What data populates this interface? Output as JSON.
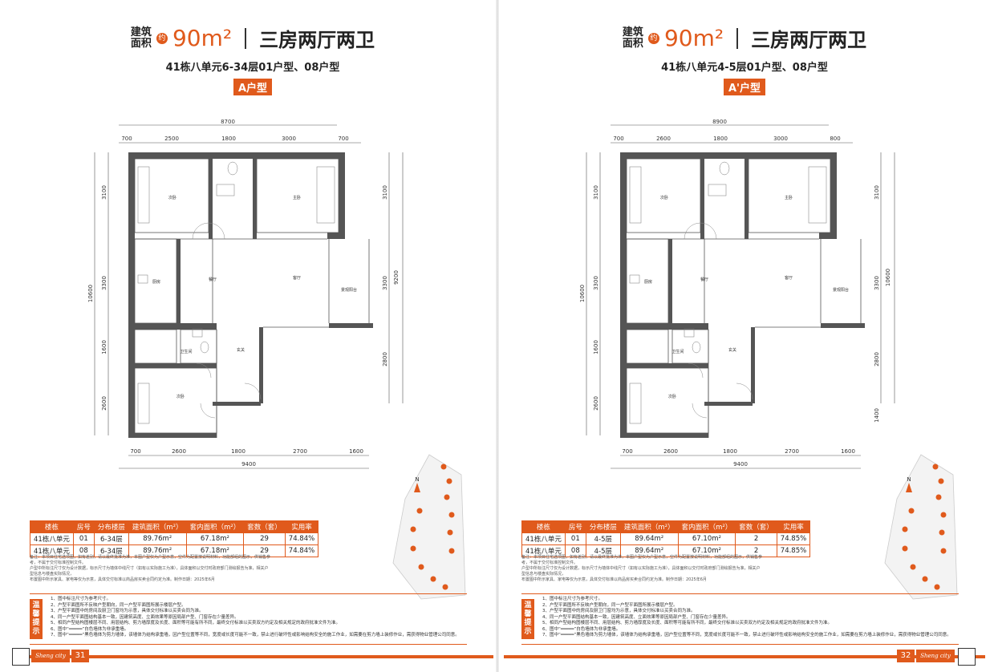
{
  "pages": [
    {
      "area_label_1": "建筑",
      "area_label_2": "面积",
      "approx": "约",
      "area": "90m²",
      "layout": "三房两厅两卫",
      "subtitle": "41栋八单元6-34层01户型、08户型",
      "type_badge": "A户型",
      "dims_top_total": "8700",
      "dims_top": [
        "700",
        "2500",
        "1800",
        "3000",
        "700"
      ],
      "dims_bottom": [
        "700",
        "2600",
        "1800",
        "2700",
        "1600"
      ],
      "dims_bottom_total": "9400",
      "dims_left": [
        "3100",
        "3300",
        "1600",
        "2600"
      ],
      "dims_left_total": "10600",
      "dims_right": [
        "3100",
        "3300",
        "2800"
      ],
      "dims_right_total": "9200",
      "rooms": {
        "bed2": "次卧",
        "master": "主卧",
        "kitchen": "厨房",
        "dining": "餐厅",
        "living": "客厅",
        "balcony": "景观阳台",
        "bath": "卫生间",
        "entry": "玄关",
        "bed3": "次卧"
      },
      "table": {
        "headers": [
          "楼栋",
          "房号",
          "分布楼层",
          "建筑面积（m²）",
          "套内面积（m²）",
          "套数（套）",
          "实用率"
        ],
        "rows": [
          [
            "41栋八单元",
            "01",
            "6-34层",
            "89.76m²",
            "67.18m²",
            "29",
            "74.84%"
          ],
          [
            "41栋八单元",
            "08",
            "6-34层",
            "89.76m²",
            "67.18m²",
            "29",
            "74.84%"
          ]
        ]
      },
      "notes": [
        "备注：本项目住宅选项图，如有差别，请以最终批准为准，本图户型仅为户型示意，空件为配置按说明材料，功能部组的图示，供销售参考，不属于交付标准控制文件。",
        "户型中所标注尺寸仅为设计数据，标示尺寸为墙体中线尺寸（如有以实际施工为准），具体面积以交付时政府部门测绘报告为准，相关户型信息与楼盘实际情况，",
        "布置图中所示家具、家电等仅为示意，具体交付标准以商品房买卖合同约定为准。制作日期：2025年6月"
      ],
      "tips_label": "温馨提示",
      "tips": [
        "1、图中标注尺寸为参考尺寸。",
        "2、户型平面图所不反映户型朝向，同一户型平面图所展示楼层户型。",
        "3、户型平面图中的房间及厨卫门窗均为示意，具体交付标准以买卖合同为准。",
        "4、同一户型平面图结构基本一致，因建筑高度、立面效果等原因局部户型、门窗存在少量差异。",
        "5、相同户型结构图楼层不同、用层结构、剪力墙厚度及长度、面积等可能有所不同，最终交付标准以买卖双方约定及相关规定的政府批准文件为准。",
        "6、图中“━━━━━”白色墙体为非承重墙。",
        "7、图中“━━━━━”黑色墙体为剪力墙体，该墙体为结构承重墙，因户型位置等不同，宽度或长度可能不一致，禁止进行破坏性或影响结构安全的施工作业，如需要在剪力墙上装修作业，需获得物业管理公司同意。"
      ],
      "page_number": "31",
      "brand_text": "Sheng city"
    },
    {
      "area_label_1": "建筑",
      "area_label_2": "面积",
      "approx": "约",
      "area": "90m²",
      "layout": "三房两厅两卫",
      "subtitle": "41栋八单元4-5层01户型、08户型",
      "type_badge": "A'户型",
      "dims_top_total": "8900",
      "dims_top": [
        "700",
        "2600",
        "1800",
        "3000",
        "800"
      ],
      "dims_bottom": [
        "700",
        "2600",
        "1800",
        "2700",
        "1600"
      ],
      "dims_bottom_total": "9400",
      "dims_left": [
        "3100",
        "3300",
        "1600",
        "2600"
      ],
      "dims_left_total": "10600",
      "dims_right": [
        "3100",
        "3300",
        "2800",
        "1400"
      ],
      "dims_right_total": "10600",
      "rooms": {
        "bed2": "次卧",
        "master": "主卧",
        "kitchen": "厨房",
        "dining": "餐厅",
        "living": "客厅",
        "balcony": "景观阳台",
        "bath": "卫生间",
        "entry": "玄关",
        "bed3": "次卧"
      },
      "table": {
        "headers": [
          "楼栋",
          "房号",
          "分布楼层",
          "建筑面积（m²）",
          "套内面积（m²）",
          "套数（套）",
          "实用率"
        ],
        "rows": [
          [
            "41栋八单元",
            "01",
            "4-5层",
            "89.64m²",
            "67.10m²",
            "2",
            "74.85%"
          ],
          [
            "41栋八单元",
            "08",
            "4-5层",
            "89.64m²",
            "67.10m²",
            "2",
            "74.85%"
          ]
        ]
      },
      "notes": [
        "备注：本项目住宅选项图，如有差别，请以最终批准为准，本图户型仅为户型示意，空件为配置按说明材料，功能部组的图示，供销售参考，不属于交付标准控制文件。",
        "户型中所标注尺寸仅为设计数据，标示尺寸为墙体中线尺寸（如有以实际施工为准），具体面积以交付时政府部门测绘报告为准，相关户型信息与楼盘实际情况，",
        "布置图中所示家具、家电等仅为示意，具体交付标准以商品房买卖合同约定为准。制作日期：2025年6月"
      ],
      "tips_label": "温馨提示",
      "tips": [
        "1、图中标注尺寸为参考尺寸。",
        "2、户型平面图所不反映户型朝向，同一户型平面图所展示楼层户型。",
        "3、户型平面图中的房间及厨卫门窗均为示意，具体交付标准以买卖合同为准。",
        "4、同一户型平面图结构基本一致，因建筑高度、立面效果等原因局部户型、门窗存在少量差异。",
        "5、相同户型结构图楼层不同、用层结构、剪力墙厚度及长度、面积等可能有所不同，最终交付标准以买卖双方约定及相关规定的政府批准文件为准。",
        "6、图中“━━━━━”白色墙体为非承重墙。",
        "7、图中“━━━━━”黑色墙体为剪力墙体，该墙体为结构承重墙，因户型位置等不同，宽度或长度可能不一致，禁止进行破坏性或影响结构安全的施工作业，如需要在剪力墙上装修作业，需获得物业管理公司同意。"
      ],
      "page_number": "32",
      "brand_text": "Sheng city"
    }
  ],
  "compass": "N",
  "colors": {
    "accent": "#e05a1c",
    "wall": "#555555"
  }
}
